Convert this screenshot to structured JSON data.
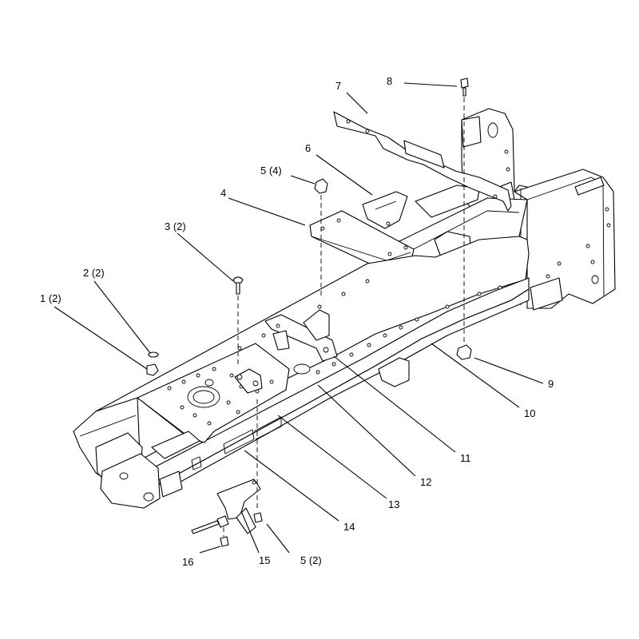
{
  "callouts": [
    {
      "id": "c1",
      "text": "1 (2)"
    },
    {
      "id": "c2",
      "text": "2 (2)"
    },
    {
      "id": "c3",
      "text": "3 (2)"
    },
    {
      "id": "c4",
      "text": "4"
    },
    {
      "id": "c5a",
      "text": "5 (4)"
    },
    {
      "id": "c5b",
      "text": "5 (2)"
    },
    {
      "id": "c6",
      "text": "6"
    },
    {
      "id": "c7",
      "text": "7"
    },
    {
      "id": "c8",
      "text": "8"
    },
    {
      "id": "c9",
      "text": "9"
    },
    {
      "id": "c10",
      "text": "10"
    },
    {
      "id": "c11",
      "text": "11"
    },
    {
      "id": "c12",
      "text": "12"
    },
    {
      "id": "c13",
      "text": "13"
    },
    {
      "id": "c14",
      "text": "14"
    },
    {
      "id": "c15",
      "text": "15"
    },
    {
      "id": "c16",
      "text": "16"
    }
  ]
}
